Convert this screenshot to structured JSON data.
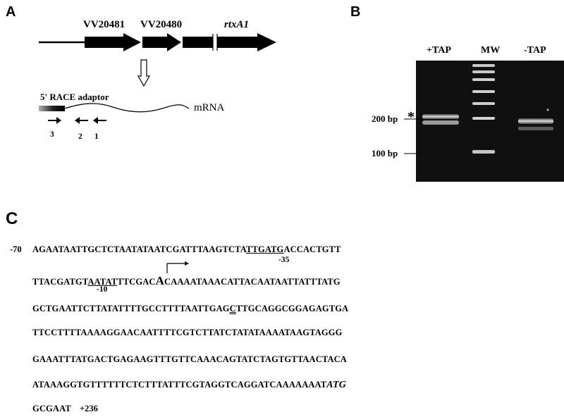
{
  "panel_a": {
    "letter": "A",
    "genes": [
      "VV20481",
      "VV20480",
      "rtxA1"
    ],
    "adaptor_label": "5' RACE adaptor",
    "mrna_label": "mRNA",
    "primers": [
      "3",
      "2",
      "1"
    ]
  },
  "panel_b": {
    "letter": "B",
    "lanes": [
      "+TAP",
      "MW",
      "-TAP"
    ],
    "size_200": "200 bp",
    "size_100": "100 bp",
    "asterisk": "*"
  },
  "panel_c": {
    "letter": "C",
    "start_pos": "-70",
    "end_pos": "+236",
    "lines": [
      {
        "a": "AGAATAATTGCTCTAATATAATCGATTTAAGTCTA",
        "b": "TTGATG",
        "c": "ACCACTGTT"
      },
      {
        "a": "TTACGATGT",
        "b": "AATAT",
        "c": "TTCGAC",
        "d": "A",
        "e": "CAAAATAAACATTACAATAATTATTTATG"
      },
      {
        "a": "GCTGAATTCTTATATTTTGCCTTTTAATTGAG",
        "b": "C",
        "c": "TTGCAGGCGGAGAGTGA"
      },
      {
        "a": "TTCCTTTTAAAAGGAACAATTTTCGTCTTATCTATATAAAATAAGTAGGG"
      },
      {
        "a": "GAAATTTATGACTGAGAAGTTTGTTCAAACAGTATCTAGTGTTAACTACA"
      },
      {
        "a": "ATAAAGGTGTTTTTTCTCTTTATTTCGTAGGTCAGGATCAAAAAAAT",
        "b": "ATG"
      },
      {
        "a": "GCGAAT"
      }
    ],
    "minus35": "-35",
    "minus10": "-10"
  }
}
